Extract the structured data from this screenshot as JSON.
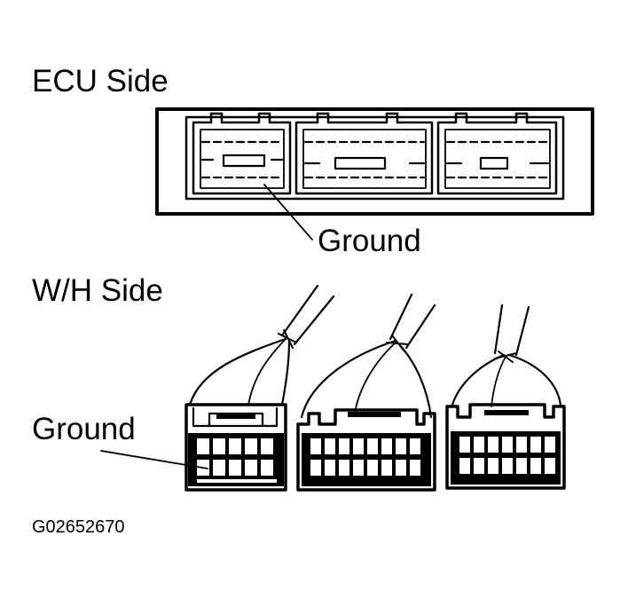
{
  "labels": {
    "ecu_side": "ECU Side",
    "wh_side": "W/H Side",
    "ground_ecu": "Ground",
    "ground_wh": "Ground",
    "figure_id": "G02652670"
  },
  "colors": {
    "ink": "#000000",
    "paper": "#ffffff"
  }
}
